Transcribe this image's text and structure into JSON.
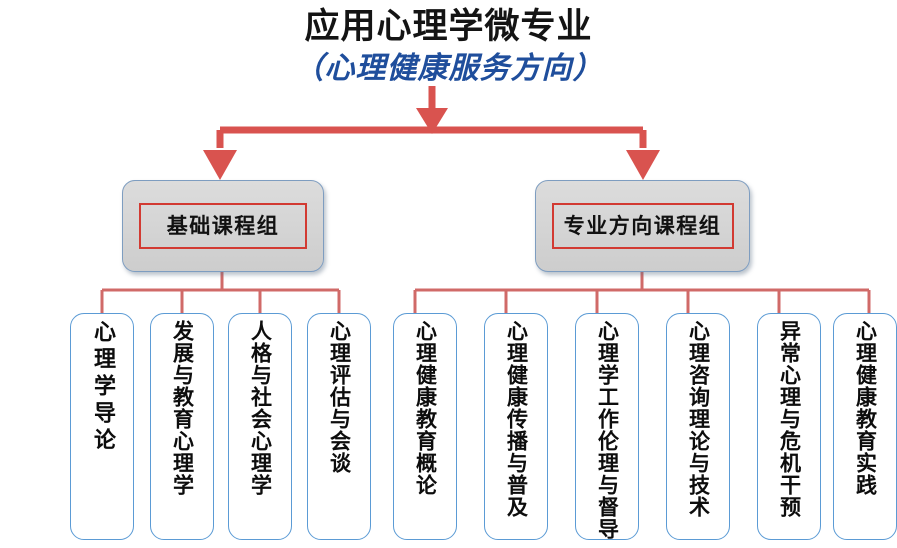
{
  "title": {
    "main": "应用心理学微专业",
    "sub": "（心理健康服务方向）"
  },
  "colors": {
    "arrow_red": "#D9534F",
    "connector_red": "#D06A68",
    "box_border_blue": "#5B9BD5",
    "group_border": "#7E9DC0",
    "group_fill": "#D6D6D6",
    "inner_red": "#D23A32",
    "title_black": "#141414",
    "subtitle_blue": "#1F4E9C"
  },
  "groups": [
    {
      "id": "basic",
      "label": "基础课程组"
    },
    {
      "id": "major",
      "label": "专业方向课程组"
    }
  ],
  "basic_courses": [
    {
      "label": "心理学导论"
    },
    {
      "label": "发展与教育心理学"
    },
    {
      "label": "人格与社会心理学"
    },
    {
      "label": "心理评估与会谈"
    }
  ],
  "major_courses": [
    {
      "label": "心理健康教育概论"
    },
    {
      "label": "心理健康传播与普及"
    },
    {
      "label": "心理学工作伦理与督导"
    },
    {
      "label": "心理咨询理论与技术"
    },
    {
      "label": "异常心理与危机干预"
    },
    {
      "label": "心理健康教育实践"
    }
  ]
}
